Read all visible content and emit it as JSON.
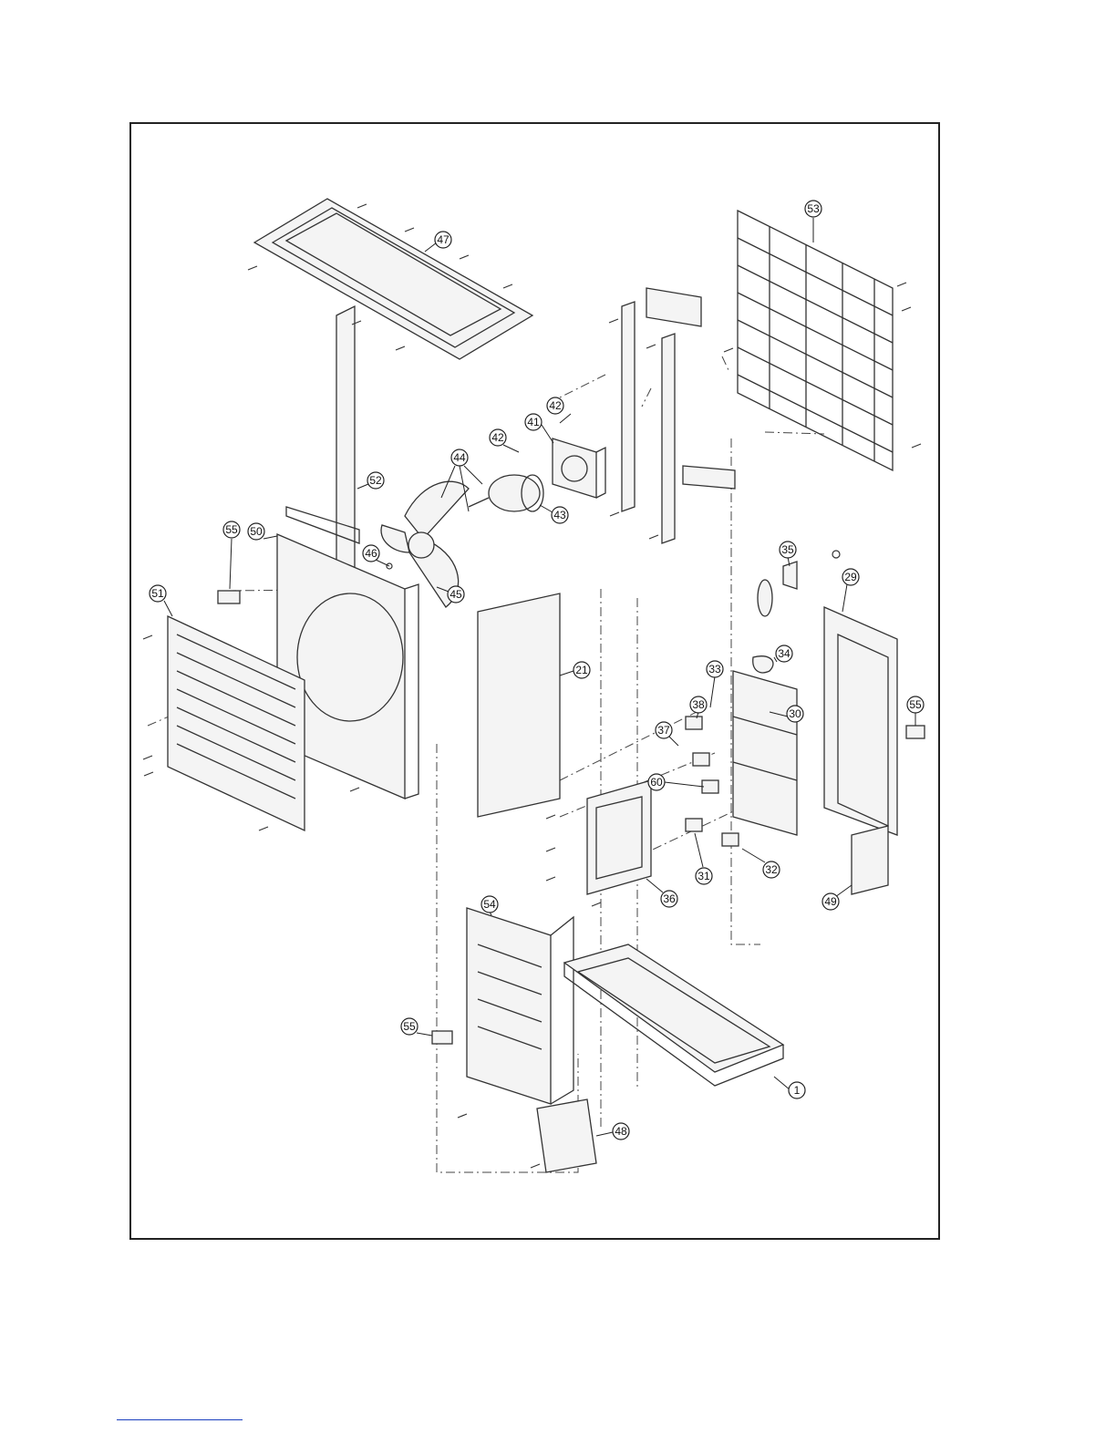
{
  "diagram": {
    "type": "exploded-parts-view",
    "callouts": [
      {
        "label": "47"
      },
      {
        "label": "53"
      },
      {
        "label": "42"
      },
      {
        "label": "41"
      },
      {
        "label": "42"
      },
      {
        "label": "44"
      },
      {
        "label": "43"
      },
      {
        "label": "52"
      },
      {
        "label": "55"
      },
      {
        "label": "50"
      },
      {
        "label": "46"
      },
      {
        "label": "45"
      },
      {
        "label": "51"
      },
      {
        "label": "21"
      },
      {
        "label": "35"
      },
      {
        "label": "29"
      },
      {
        "label": "34"
      },
      {
        "label": "33"
      },
      {
        "label": "38"
      },
      {
        "label": "30"
      },
      {
        "label": "55"
      },
      {
        "label": "37"
      },
      {
        "label": "60"
      },
      {
        "label": "31"
      },
      {
        "label": "32"
      },
      {
        "label": "36"
      },
      {
        "label": "49"
      },
      {
        "label": "54"
      },
      {
        "label": "55"
      },
      {
        "label": "1"
      },
      {
        "label": "48"
      }
    ]
  },
  "colors": {
    "line": "#333333",
    "frame": "#222222",
    "footer_rule": "#1a3fbf"
  }
}
